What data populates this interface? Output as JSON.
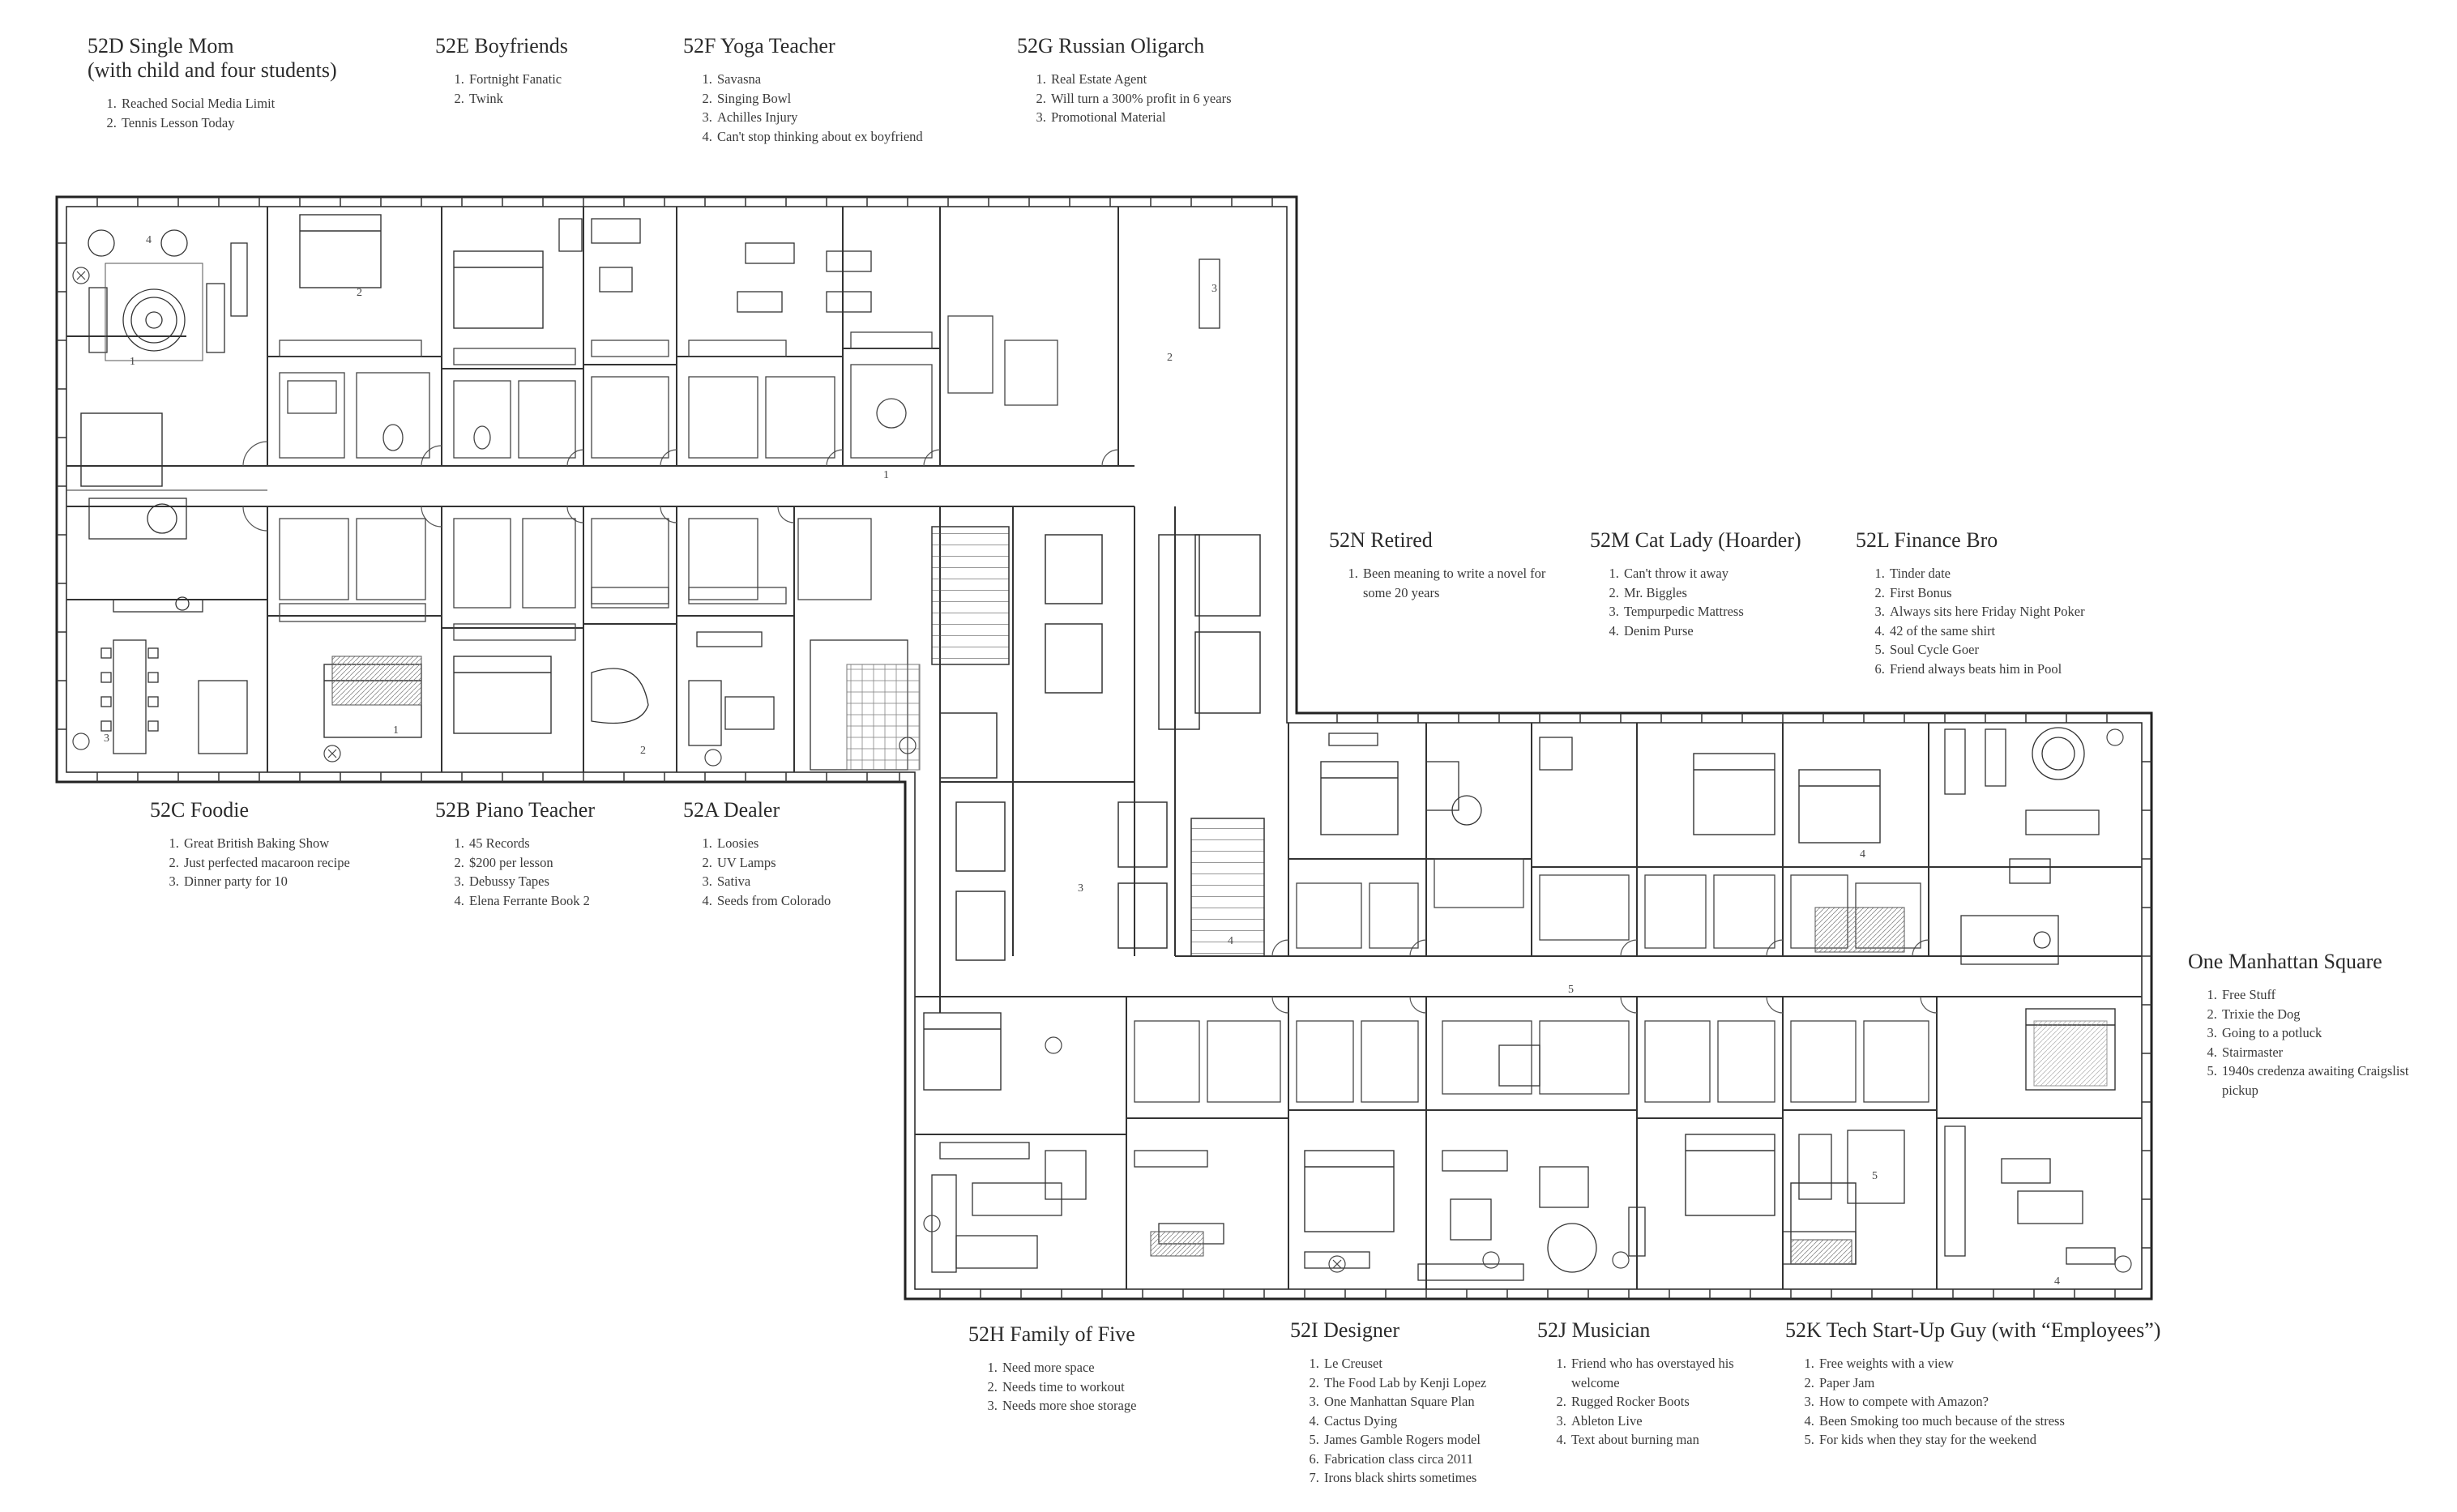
{
  "units": [
    {
      "id": "52D",
      "title": "52D Single Mom",
      "subtitle": "(with child and four students)",
      "items": [
        "Reached Social Media Limit",
        "Tennis Lesson Today"
      ]
    },
    {
      "id": "52E",
      "title": "52E Boyfriends",
      "items": [
        "Fortnight Fanatic",
        "Twink"
      ]
    },
    {
      "id": "52F",
      "title": "52F Yoga Teacher",
      "items": [
        "Savasna",
        "Singing Bowl",
        "Achilles Injury",
        "Can't stop thinking about ex boyfriend"
      ]
    },
    {
      "id": "52G",
      "title": "52G Russian Oligarch",
      "items": [
        "Real Estate Agent",
        "Will turn a 300% profit in 6 years",
        "Promotional Material"
      ]
    },
    {
      "id": "52N",
      "title": "52N Retired",
      "items": [
        "Been meaning to write a novel for some 20 years"
      ]
    },
    {
      "id": "52M",
      "title": "52M Cat Lady (Hoarder)",
      "items": [
        "Can't throw it away",
        "Mr. Biggles",
        "Tempurpedic Mattress",
        "Denim Purse"
      ]
    },
    {
      "id": "52L",
      "title": "52L Finance Bro",
      "items": [
        "Tinder date",
        "First Bonus",
        "Always sits here Friday Night Poker",
        "42 of the same shirt",
        "Soul Cycle Goer",
        "Friend always beats him in Pool"
      ]
    },
    {
      "id": "52C",
      "title": "52C Foodie",
      "items": [
        "Great British Baking Show",
        "Just perfected macaroon recipe",
        "Dinner party for 10"
      ]
    },
    {
      "id": "52B",
      "title": "52B Piano Teacher",
      "items": [
        "45 Records",
        "$200 per lesson",
        "Debussy Tapes",
        "Elena Ferrante Book 2"
      ]
    },
    {
      "id": "52A",
      "title": "52A Dealer",
      "items": [
        "Loosies",
        "UV Lamps",
        "Sativa",
        "Seeds from Colorado"
      ]
    },
    {
      "id": "OMS",
      "title": "One Manhattan Square",
      "items": [
        "Free Stuff",
        "Trixie the Dog",
        "Going to a potluck",
        "Stairmaster",
        "1940s credenza awaiting Craigslist pickup"
      ]
    },
    {
      "id": "52H",
      "title": "52H Family of Five",
      "items": [
        "Need more space",
        "Needs time to workout",
        "Needs more shoe storage"
      ]
    },
    {
      "id": "52I",
      "title": "52I Designer",
      "items": [
        "Le Creuset",
        "The Food Lab by Kenji Lopez",
        "One Manhattan Square Plan",
        "Cactus Dying",
        "James Gamble Rogers model",
        "Fabrication class circa 2011",
        "Irons black shirts sometimes"
      ]
    },
    {
      "id": "52J",
      "title": "52J Musician",
      "items": [
        "Friend who has overstayed his welcome",
        "Rugged Rocker Boots",
        "Ableton Live",
        "Text about burning man"
      ]
    },
    {
      "id": "52K",
      "title": "52K Tech Start-Up Guy (with “Employees”)",
      "items": [
        "Free weights with a view",
        "Paper Jam",
        "How to compete with Amazon?",
        "Been Smoking too much because of the stress",
        "For kids when they stay for the weekend"
      ]
    }
  ],
  "plan_marks": [
    "1",
    "2",
    "3",
    "4",
    "5"
  ]
}
